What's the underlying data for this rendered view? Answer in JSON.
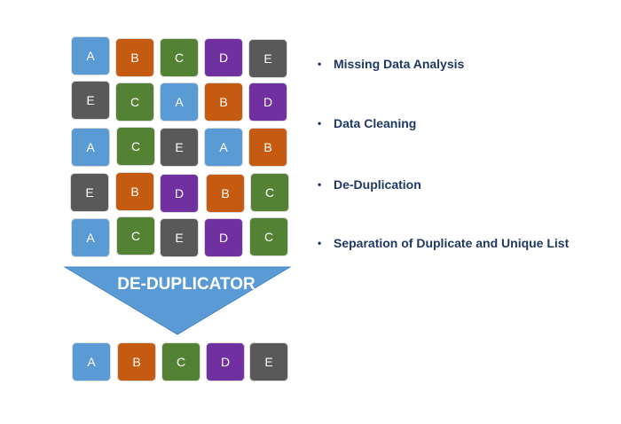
{
  "grid_rows": [
    [
      "A",
      "B",
      "C",
      "D",
      "E"
    ],
    [
      "E",
      "C",
      "A",
      "B",
      "D"
    ],
    [
      "A",
      "C",
      "E",
      "A",
      "B"
    ],
    [
      "E",
      "B",
      "D",
      "B",
      "C"
    ],
    [
      "A",
      "C",
      "E",
      "D",
      "C"
    ]
  ],
  "arrow_label": "DE-DUPLICATOR",
  "output_row": [
    "A",
    "B",
    "C",
    "D",
    "E"
  ],
  "bullets": [
    "Missing Data Analysis",
    "Data Cleaning",
    "De-Duplication",
    "Separation of Duplicate and Unique List"
  ],
  "colors": {
    "A": "#5b9bd5",
    "B": "#c55a11",
    "C": "#548235",
    "D": "#7030a0",
    "E": "#595959",
    "arrow": "#5b9bd5",
    "bullet_text": "#1f3864"
  }
}
